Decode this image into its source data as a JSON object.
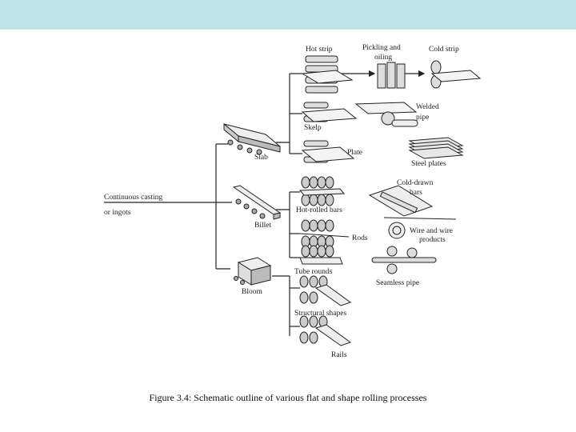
{
  "header": {
    "bar_color": "#bfe3e6"
  },
  "diagram": {
    "labels": {
      "continuous_casting": "Continuous casting",
      "or_ingots": "or ingots",
      "slab": "Slab",
      "billet": "Billet",
      "bloom": "Bloom",
      "hot_strip": "Hot strip",
      "pickling_1": "Pickling and",
      "pickling_2": "oiling",
      "cold_strip": "Cold strip",
      "welded_1": "Welded",
      "welded_2": "pipe",
      "skelp": "Skelp",
      "plate": "Plate",
      "steel_plates": "Steel plates",
      "cold_drawn_1": "Cold-drawn",
      "cold_drawn_2": "bars",
      "hot_rolled_bars": "Hot-rolled bars",
      "wire_1": "Wire and wire",
      "wire_2": "products",
      "rods": "Rods",
      "tube_rounds": "Tube rounds",
      "seamless_pipe": "Seamless pipe",
      "structural_shapes": "Structural shapes",
      "rails": "Rails"
    }
  },
  "caption": "Figure 3.4: Schematic outline of various flat and shape rolling processes"
}
